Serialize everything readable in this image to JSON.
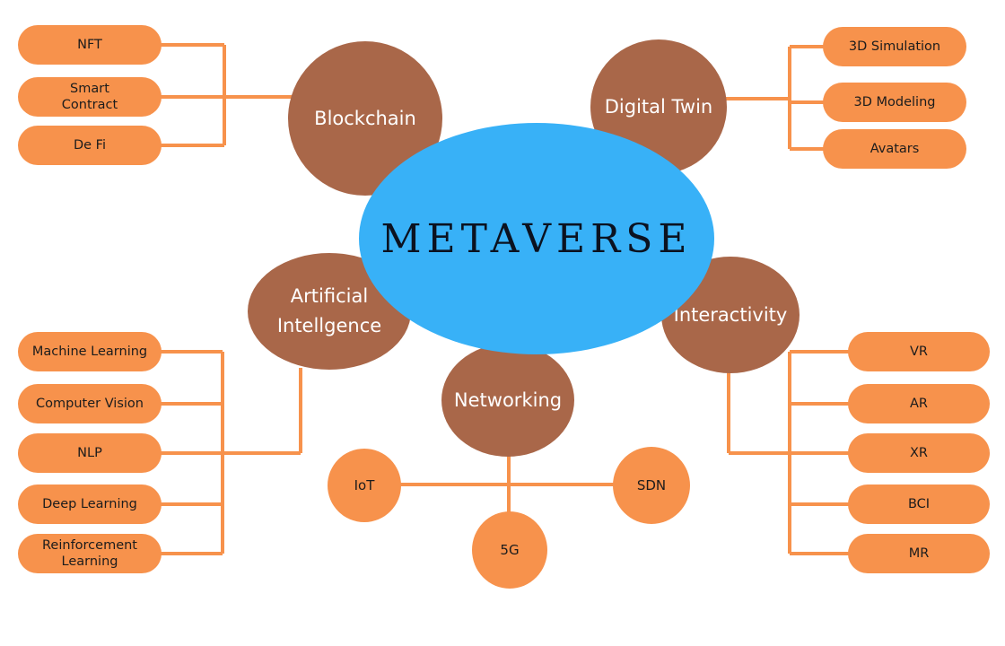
{
  "center": {
    "title": "METAVERSE"
  },
  "categories": {
    "blockchain": "Blockchain",
    "digital_twin": "Digital Twin",
    "ai": "Artificial\nIntellgence",
    "interactivity": "Interactivity",
    "networking": "Networking"
  },
  "blockchain_items": [
    "NFT",
    "Smart\nContract",
    "De Fi"
  ],
  "digital_twin_items": [
    "3D Simulation",
    "3D Modeling",
    "Avatars"
  ],
  "ai_items": [
    "Machine Learning",
    "Computer Vision",
    "NLP",
    "Deep Learning",
    "Reinforcement\nLearning"
  ],
  "interactivity_items": [
    "VR",
    "AR",
    "XR",
    "BCI",
    "MR"
  ],
  "networking_items": [
    "IoT",
    "SDN",
    "5G"
  ],
  "colors": {
    "leaf": "#f7924c",
    "category": "#a96749",
    "core": "#38b1f7",
    "line": "#f7924c"
  }
}
